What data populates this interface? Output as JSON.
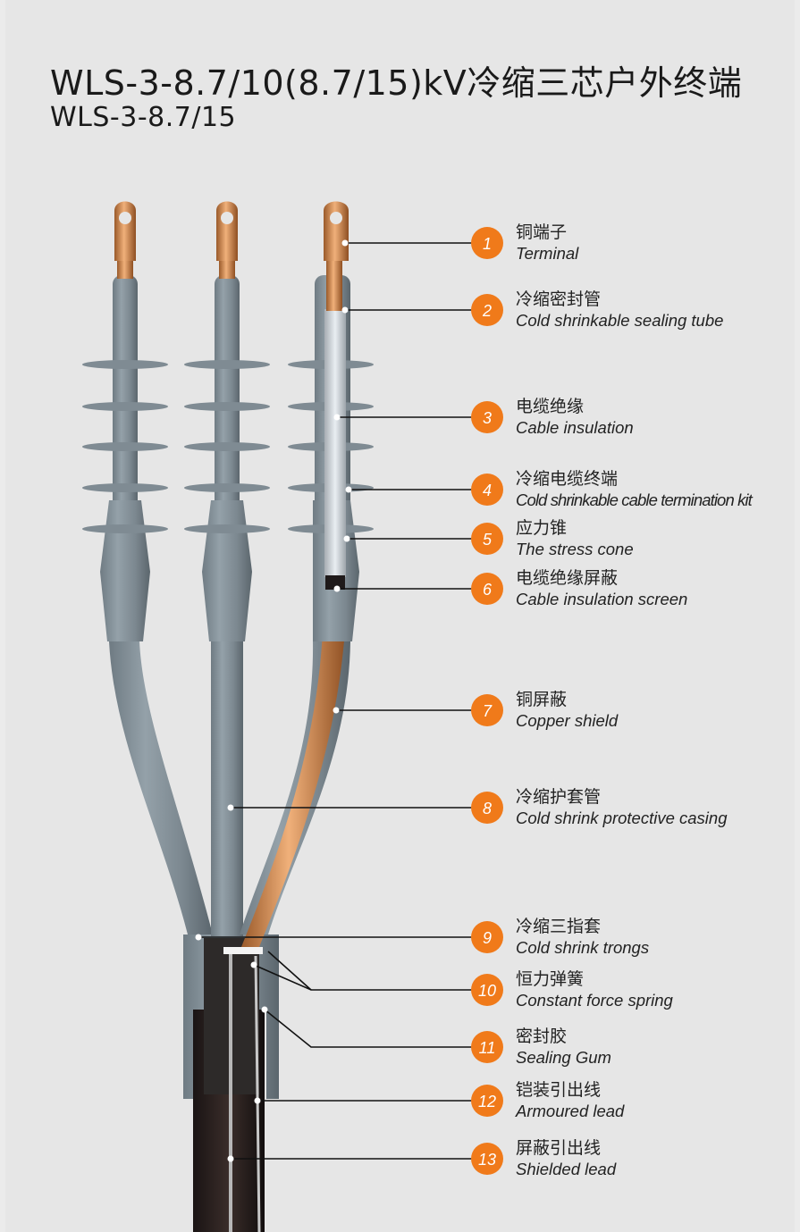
{
  "title": "WLS-3-8.7/10(8.7/15)kV冷缩三芯户外终端",
  "subtitle": "WLS-3-8.7/15",
  "accent_color": "#f07a1a",
  "parts": [
    {
      "num": "1",
      "zh": "铜端子",
      "en": "Terminal"
    },
    {
      "num": "2",
      "zh": "冷缩密封管",
      "en": "Cold shrinkable sealing tube"
    },
    {
      "num": "3",
      "zh": "电缆绝缘",
      "en": "Cable insulation"
    },
    {
      "num": "4",
      "zh": "冷缩电缆终端",
      "en": "Cold shrinkable cable termination kit"
    },
    {
      "num": "5",
      "zh": "应力锥",
      "en": "The stress cone"
    },
    {
      "num": "6",
      "zh": "电缆绝缘屏蔽",
      "en": "Cable insulation screen"
    },
    {
      "num": "7",
      "zh": "铜屏蔽",
      "en": "Copper shield"
    },
    {
      "num": "8",
      "zh": "冷缩护套管",
      "en": "Cold shrink protective casing"
    },
    {
      "num": "9",
      "zh": "冷缩三指套",
      "en": "Cold shrink trongs"
    },
    {
      "num": "10",
      "zh": "恒力弹簧",
      "en": "Constant force spring"
    },
    {
      "num": "11",
      "zh": "密封胶",
      "en": "Sealing Gum"
    },
    {
      "num": "12",
      "zh": "铠装引出线",
      "en": "Armoured lead"
    },
    {
      "num": "13",
      "zh": "屏蔽引出线",
      "en": "Shielded lead"
    }
  ]
}
